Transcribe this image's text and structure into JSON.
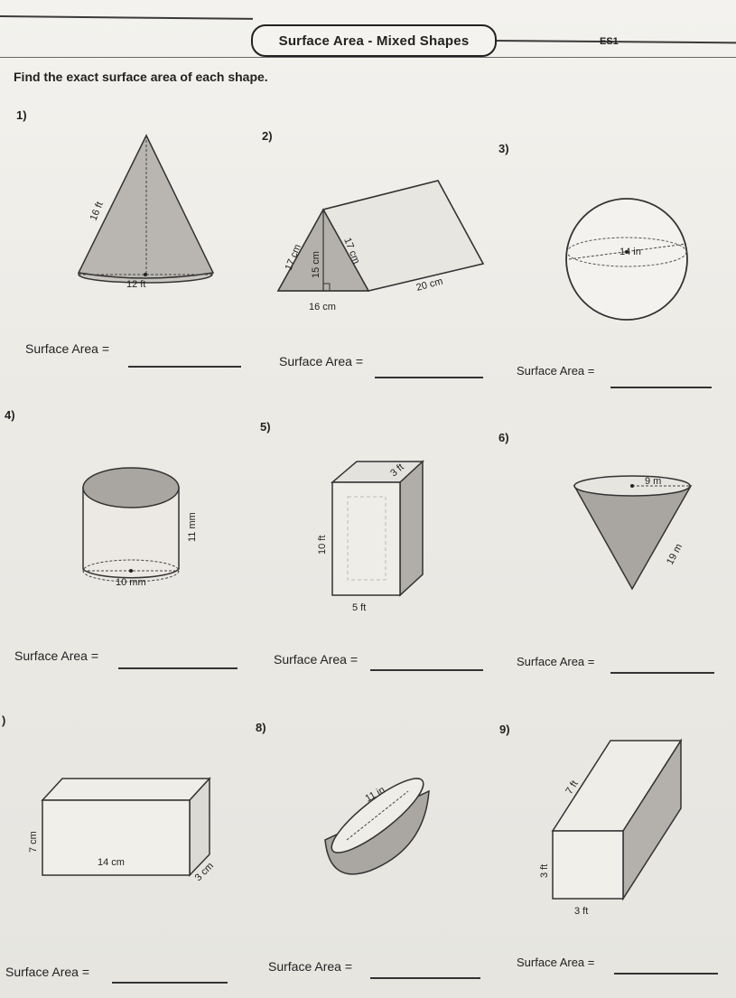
{
  "worksheet": {
    "title": "Surface Area - Mixed Shapes",
    "code": "ES1",
    "instruction": "Find the exact surface area of each shape.",
    "answer_label": "Surface Area ="
  },
  "problems": [
    {
      "number": "1)",
      "shape": "cone",
      "labels": [
        "16 ft",
        "12 ft"
      ]
    },
    {
      "number": "2)",
      "shape": "triangular-prism",
      "labels": [
        "17 cm",
        "15 cm",
        "17 cm",
        "16 cm",
        "20 cm"
      ]
    },
    {
      "number": "3)",
      "shape": "sphere",
      "labels": [
        "14 in"
      ]
    },
    {
      "number": "4)",
      "shape": "cylinder",
      "labels": [
        "11 mm",
        "10 mm"
      ]
    },
    {
      "number": "5)",
      "shape": "rectangular-prism",
      "labels": [
        "3 ft",
        "10 ft",
        "5 ft"
      ]
    },
    {
      "number": "6)",
      "shape": "cone",
      "labels": [
        "9 m",
        "19 m"
      ]
    },
    {
      "number": ")",
      "shape": "rectangular-prism",
      "labels": [
        "7 cm",
        "14 cm",
        "3 cm"
      ]
    },
    {
      "number": "8)",
      "shape": "hemisphere",
      "labels": [
        "11 in"
      ]
    },
    {
      "number": "9)",
      "shape": "rectangular-prism",
      "labels": [
        "7 ft",
        "3 ft",
        "3 ft"
      ]
    }
  ]
}
